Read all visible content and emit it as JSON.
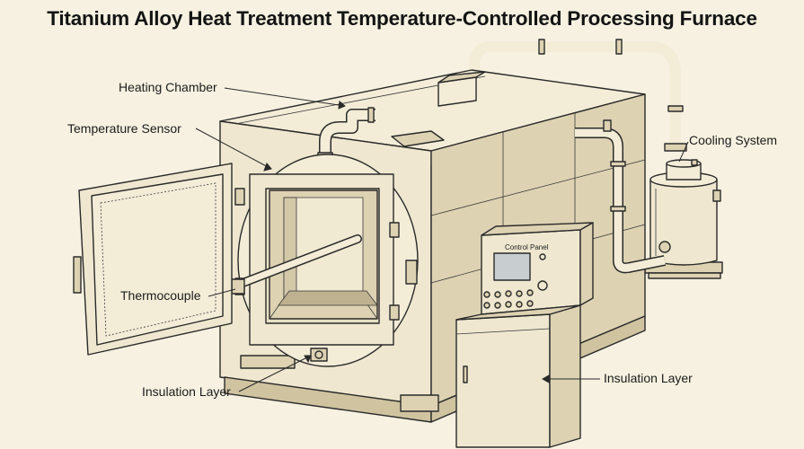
{
  "title": "Titanium Alloy Heat Treatment Temperature-Controlled Processing Furnace",
  "labels": {
    "heating_chamber": "Heating Chamber",
    "temperature_sensor": "Temperature Sensor",
    "thermocouple": "Thermocouple",
    "insulation_layer_left": "Insulation Layer",
    "insulation_layer_right": "Insulation Layer",
    "cooling_system": "Cooling System",
    "control_panel": "Control Panel"
  },
  "colors": {
    "background": "#f6f1e0",
    "line": "#2a2a2a"
  }
}
